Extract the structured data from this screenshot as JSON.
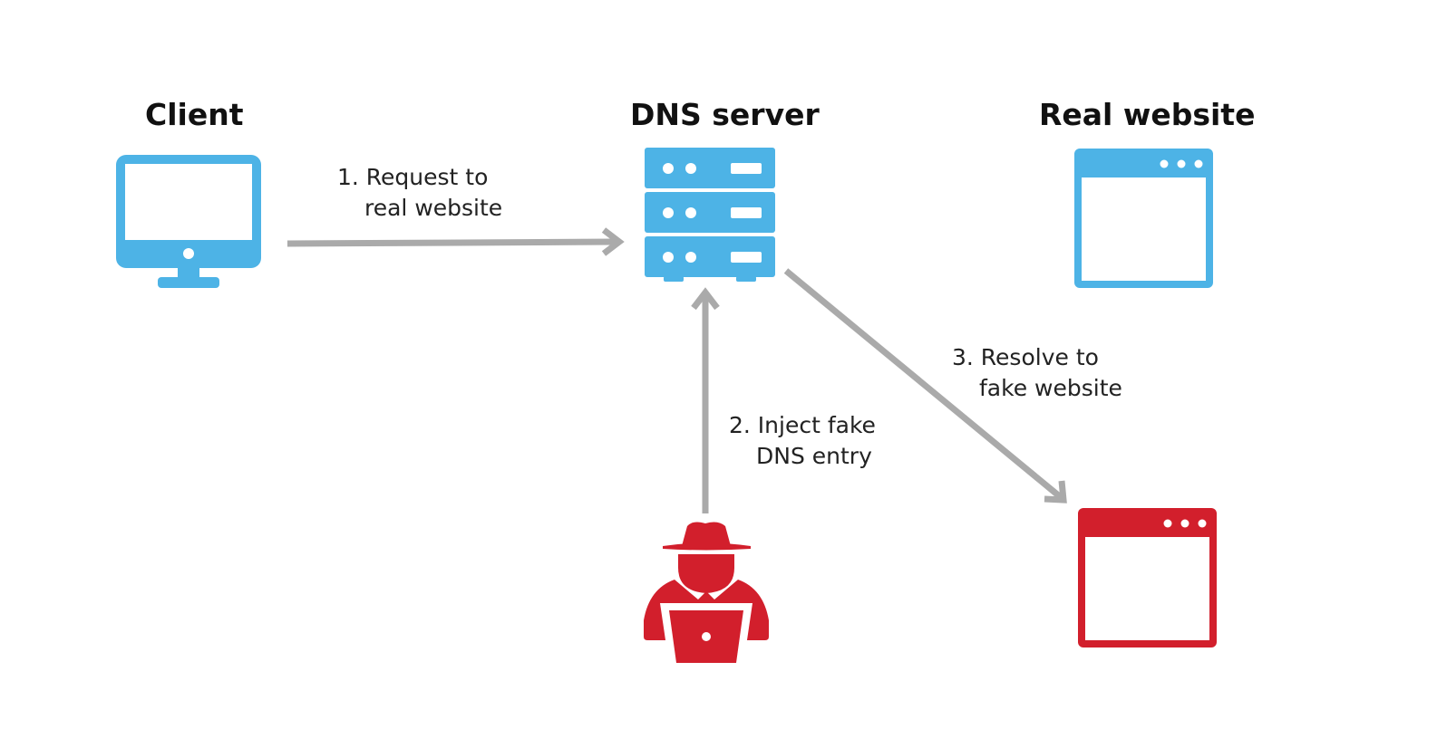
{
  "colors": {
    "blue": "#4db3e6",
    "red": "#d21f2c",
    "arrow": "#aaaaaa",
    "white": "#ffffff"
  },
  "nodes": {
    "client": {
      "title": "Client",
      "icon": "desktop-monitor-icon"
    },
    "dns_server": {
      "title": "DNS server",
      "icon": "server-rack-icon"
    },
    "real_website": {
      "title": "Real website",
      "icon": "browser-window-icon"
    },
    "attacker": {
      "icon": "hacker-with-laptop-icon"
    },
    "fake_website": {
      "icon": "browser-window-icon"
    }
  },
  "steps": [
    {
      "line1": "1. Request to",
      "line2": "real website"
    },
    {
      "line1": "2. Inject fake",
      "line2": "DNS entry"
    },
    {
      "line1": "3. Resolve to",
      "line2": "fake website"
    }
  ]
}
